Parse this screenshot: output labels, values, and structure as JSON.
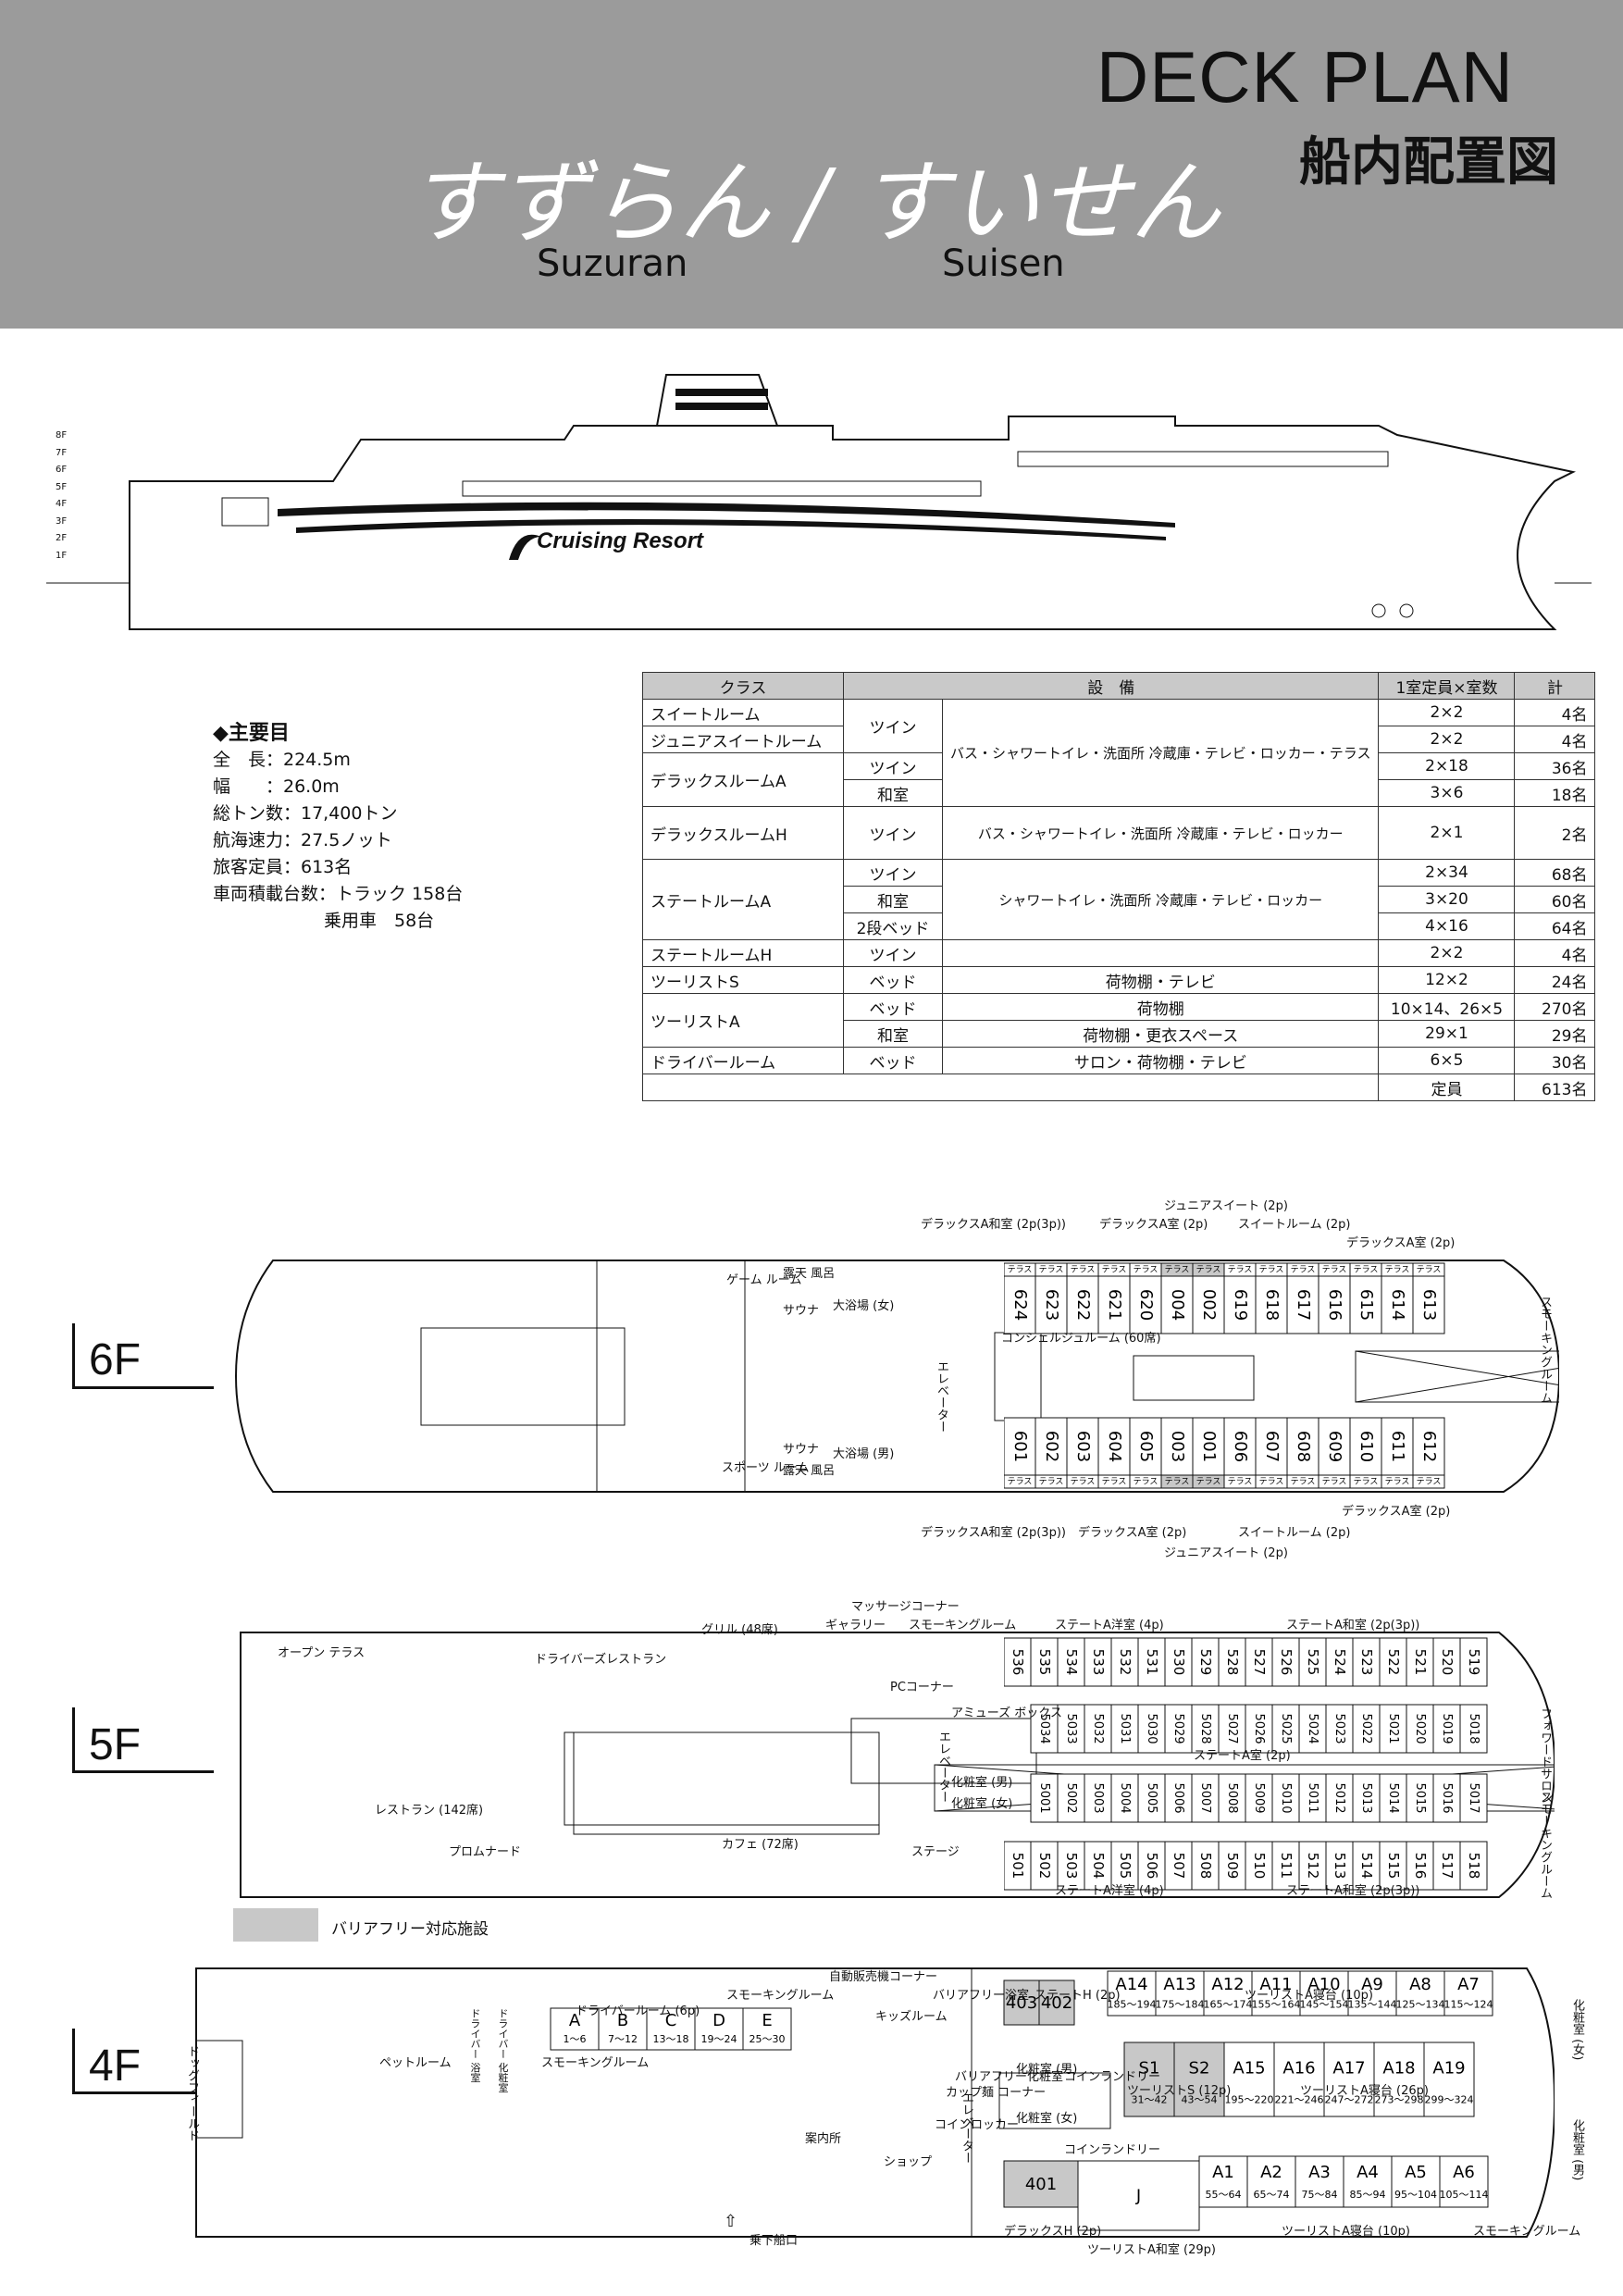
{
  "header": {
    "title": "DECK PLAN",
    "title_jp": "船内配置図",
    "ship_names_jp": "すずらん / すいせん",
    "ship_names_en": [
      "Suzuran",
      "Suisen"
    ]
  },
  "ship": {
    "logo_text": "Cruising Resort",
    "deck_markers": [
      "8F",
      "7F",
      "6F",
      "5F",
      "4F",
      "3F",
      "2F",
      "1F"
    ]
  },
  "specs": {
    "heading": "◆主要目",
    "lines": [
      "全　長：224.5m",
      "幅　　：26.0m",
      "総トン数：17,400トン",
      "航海速力：27.5ノット",
      "旅客定員：613名",
      "車両積載台数：トラック 158台"
    ],
    "last_line": "乗用車　58台"
  },
  "table": {
    "headers": [
      "クラス",
      "設　備",
      "1室定員×室数",
      "計"
    ],
    "rows": [
      {
        "cls": "スイートルーム",
        "type": "ツイン",
        "facility": "",
        "cap": "2×2",
        "total": "4名"
      },
      {
        "cls": "ジュニアスイートルーム",
        "type": "",
        "facility": "",
        "cap": "2×2",
        "total": "4名"
      },
      {
        "cls": "デラックスルームA",
        "type": "ツイン",
        "facility": "",
        "cap": "2×18",
        "total": "36名"
      },
      {
        "cls": "",
        "type": "和室",
        "facility": "",
        "cap": "3×6",
        "total": "18名"
      },
      {
        "cls": "デラックスルームH",
        "type": "ツイン",
        "facility": "バス・シャワートイレ・洗面所 冷蔵庫・テレビ・ロッカー",
        "cap": "2×1",
        "total": "2名"
      },
      {
        "cls": "ステートルームA",
        "type": "ツイン",
        "facility": "",
        "cap": "2×34",
        "total": "68名"
      },
      {
        "cls": "",
        "type": "和室",
        "facility": "",
        "cap": "3×20",
        "total": "60名"
      },
      {
        "cls": "",
        "type": "2段ベッド",
        "facility": "",
        "cap": "4×16",
        "total": "64名"
      },
      {
        "cls": "ステートルームH",
        "type": "ツイン",
        "facility": "",
        "cap": "2×2",
        "total": "4名"
      },
      {
        "cls": "ツーリストS",
        "type": "ベッド",
        "facility": "荷物棚・テレビ",
        "cap": "12×2",
        "total": "24名"
      },
      {
        "cls": "ツーリストA",
        "type": "ベッド",
        "facility": "荷物棚",
        "cap": "10×14、26×5",
        "total": "270名"
      },
      {
        "cls": "",
        "type": "和室",
        "facility": "荷物棚・更衣スペース",
        "cap": "29×1",
        "total": "29名"
      },
      {
        "cls": "ドライバールーム",
        "type": "ベッド",
        "facility": "サロン・荷物棚・テレビ",
        "cap": "6×5",
        "total": "30名"
      }
    ],
    "merged_facility_1": "バス・シャワートイレ・洗面所 冷蔵庫・テレビ・ロッカー・テラス",
    "merged_facility_2": "シャワートイレ・洗面所 冷蔵庫・テレビ・ロッカー",
    "capacity_label": "定員",
    "capacity_total": "613名"
  },
  "deck6": {
    "floor": "6F",
    "top_rooms": [
      "624",
      "623",
      "622",
      "621",
      "620",
      "004",
      "002",
      "619",
      "618",
      "617",
      "616",
      "615",
      "614",
      "613"
    ],
    "bottom_rooms": [
      "601",
      "602",
      "603",
      "604",
      "605",
      "003",
      "001",
      "606",
      "607",
      "608",
      "609",
      "610",
      "611",
      "612"
    ],
    "terrace": "テラス",
    "labels": {
      "dxa_wa_top": "デラックスA和室 (2p(3p))",
      "dxa_top": "デラックスA室 (2p)",
      "jr_top": "ジュニアスイート (2p)",
      "suite_top": "スイートルーム (2p)",
      "dxa_top2": "デラックスA室 (2p)",
      "game": "ゲーム ルーム",
      "roten": "露天 風呂",
      "sauna": "サウナ",
      "bath_f": "大浴場 (女)",
      "bath_m": "大浴場 (男)",
      "sports": "スポーツ ルーム",
      "concierge": "コンシェルジュルーム (60席)",
      "elevator": "エレベーター",
      "smoking": "スモーキングルーム",
      "dxa_wa_bot": "デラックスA和室 (2p(3p))",
      "dxa_bot": "デラックスA室 (2p)",
      "jr_bot": "ジュニアスイート (2p)",
      "suite_bot": "スイートルーム (2p)",
      "dxa_bot2": "デラックスA室 (2p)"
    }
  },
  "deck5": {
    "floor": "5F",
    "top_rooms": [
      "536",
      "535",
      "534",
      "533",
      "532",
      "531",
      "530",
      "529",
      "528",
      "527",
      "526",
      "525",
      "524",
      "523",
      "522",
      "521",
      "520",
      "519"
    ],
    "mid_top": [
      "5034",
      "5033",
      "5032",
      "5031",
      "5030",
      "5029",
      "5028",
      "5027",
      "5026",
      "5025",
      "5024",
      "5023",
      "5022",
      "5021",
      "5020",
      "5019",
      "5018"
    ],
    "mid_bot": [
      "5001",
      "5002",
      "5003",
      "5004",
      "5005",
      "5006",
      "5007",
      "5008",
      "5009",
      "5010",
      "5011",
      "5012",
      "5013",
      "5014",
      "5015",
      "5016",
      "5017"
    ],
    "bottom_rooms": [
      "501",
      "502",
      "503",
      "504",
      "505",
      "506",
      "507",
      "508",
      "509",
      "510",
      "511",
      "512",
      "513",
      "514",
      "515",
      "516",
      "517",
      "518"
    ],
    "labels": {
      "massage": "マッサージコーナー",
      "gallery": "ギャラリー",
      "smoking": "スモーキングルーム",
      "grill": "グリル (48席)",
      "state_yo_top": "ステートA洋室 (4p)",
      "state_wa_top": "ステートA和室 (2p(3p))",
      "open_terrace": "オープン テラス",
      "driver_rest": "ドライバーズレストラン",
      "pc": "PCコーナー",
      "amuse": "アミューズ ボックス",
      "elevator": "エレベーター",
      "wc_m": "化粧室 (男)",
      "wc_f": "化粧室 (女)",
      "bunk": "ステートA室 (2p)",
      "forward": "フォワードサロン",
      "smoking2": "スモーキングルーム",
      "restaurant": "レストラン (142席)",
      "promenade": "プロムナード",
      "cafe": "カフェ (72席)",
      "stage": "ステージ",
      "state_yo_bot": "ステートA洋室 (4p)",
      "state_wa_bot": "ステートA和室 (2p(3p))"
    }
  },
  "legend": {
    "label": "バリアフリー対応施設"
  },
  "deck4": {
    "floor": "4F",
    "driver_rooms": [
      {
        "id": "A",
        "range": "1～6"
      },
      {
        "id": "B",
        "range": "7～12"
      },
      {
        "id": "C",
        "range": "13～18"
      },
      {
        "id": "D",
        "range": "19～24"
      },
      {
        "id": "E",
        "range": "25～30"
      }
    ],
    "tourist_top": [
      {
        "id": "A14",
        "range": "185～194"
      },
      {
        "id": "A13",
        "range": "175～184"
      },
      {
        "id": "A12",
        "range": "165～174"
      },
      {
        "id": "A11",
        "range": "155～164"
      },
      {
        "id": "A10",
        "range": "145～154"
      },
      {
        "id": "A9",
        "range": "135～144"
      },
      {
        "id": "A8",
        "range": "125～134"
      },
      {
        "id": "A7",
        "range": "115～124"
      }
    ],
    "tourist_mid": [
      {
        "id": "S1",
        "range": "31～42"
      },
      {
        "id": "S2",
        "range": "43～54"
      },
      {
        "id": "A15",
        "range": "195～220"
      },
      {
        "id": "A16",
        "range": "221～246"
      },
      {
        "id": "A17",
        "range": "247～272"
      },
      {
        "id": "A18",
        "range": "273～298"
      },
      {
        "id": "A19",
        "range": "299～324"
      }
    ],
    "tourist_bot": [
      {
        "id": "A1",
        "range": "55～64"
      },
      {
        "id": "A2",
        "range": "65～74"
      },
      {
        "id": "A3",
        "range": "75～84"
      },
      {
        "id": "A4",
        "range": "85～94"
      },
      {
        "id": "A5",
        "range": "95～104"
      },
      {
        "id": "A6",
        "range": "105～114"
      }
    ],
    "rooms_403": "403",
    "rooms_402": "402",
    "room_401": "401",
    "room_j": "J",
    "labels": {
      "vending": "自動販売機コーナー",
      "smoking_top": "スモーキングルーム",
      "bf_bath": "バリアフリー浴室",
      "state_h": "ステートH (2p)",
      "tourist_bed_top": "ツーリストA寝台 (10p)",
      "driver_room": "ドライバールーム (6p)",
      "kids": "キッズルーム",
      "bf_wc": "バリアフリー化粧室",
      "laundry": "コインランドリー",
      "wc_f_right": "化粧室 (女)",
      "dog_field": "ドッグフィールド",
      "pet_room": "ペットルーム",
      "smoking_mid": "スモーキングルーム",
      "cup": "カップ麺 コーナー",
      "wc_m": "化粧室 (男)",
      "wc_f": "化粧室 (女)",
      "tourist_s": "ツーリストS (12p)",
      "tourist_bed_mid": "ツーリストA寝台 (26p)",
      "elevator": "エレベーター",
      "locker": "コインロッカー",
      "laundry2": "コインランドリー",
      "wc_m_right": "化粧室 (男)",
      "info": "案内所",
      "shop": "ショップ",
      "exit": "乗下船口",
      "dx_h": "デラックスH (2p)",
      "tourist_wa": "ツーリストA和室 (29p)",
      "tourist_bed_bot": "ツーリストA寝台 (10p)",
      "smoking_bot": "スモーキングルーム",
      "driver_bath": "ドライバー 浴室",
      "driver_wc": "ドライバー 化粧室"
    }
  }
}
